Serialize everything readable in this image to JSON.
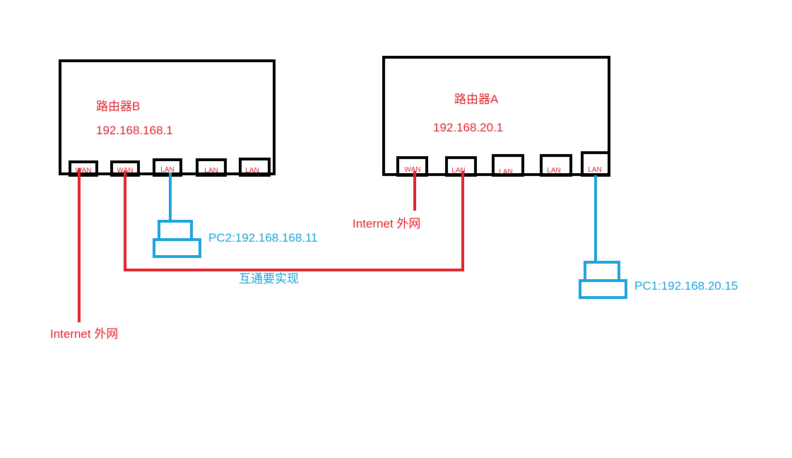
{
  "colors": {
    "outline": "#000000",
    "wire_red": "#e0242b",
    "wire_blue": "#1aa3dc",
    "text_red": "#e0242b",
    "text_blue": "#1aa3dc"
  },
  "router_b": {
    "name": "路由器B",
    "ip": "192.168.168.1",
    "ports": [
      "WAN",
      "WAN",
      "LAN",
      "LAN",
      "LAN"
    ]
  },
  "router_a": {
    "name": "路由器A",
    "ip": "192.168.20.1",
    "ports": [
      "WAN",
      "LAN",
      "LAN",
      "LAN",
      "LAN"
    ]
  },
  "pc2": {
    "label": "PC2:192.168.168.11"
  },
  "pc1": {
    "label": "PC1:192.168.20.15"
  },
  "internet_b": {
    "label": "Internet  外网"
  },
  "internet_a": {
    "label": "Internet  外网"
  },
  "link": {
    "label": "互通要实现"
  }
}
